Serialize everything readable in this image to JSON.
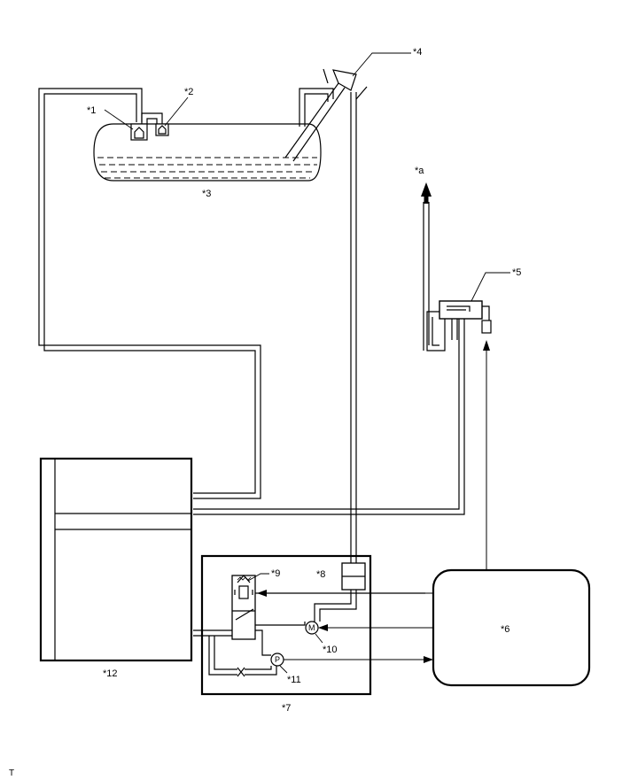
{
  "labels": {
    "l1": "*1",
    "l2": "*2",
    "l3": "*3",
    "l4": "*4",
    "l5": "*5",
    "l6": "*6",
    "l7": "*7",
    "l8": "*8",
    "l9": "*9",
    "l10": "*10",
    "l11": "*11",
    "l12": "*12",
    "la": "*a"
  },
  "symbols": {
    "motor": "M",
    "pressure": "P"
  },
  "corner_mark": "T"
}
